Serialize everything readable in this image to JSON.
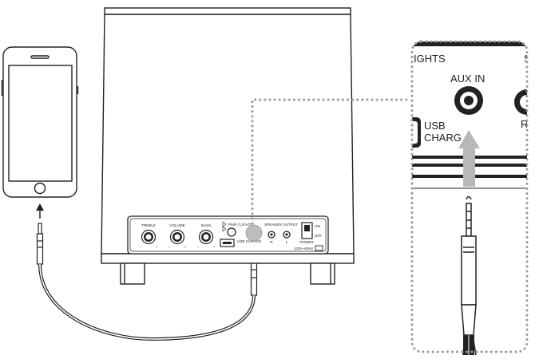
{
  "colors": {
    "line": "#222222",
    "dots": "#9a9a9a",
    "knob": "#222222",
    "aux_highlight": "#bdbdbd",
    "arrow": "#b8b8b8"
  },
  "speaker_panel": {
    "treble": "TREBLE",
    "volume": "VOLUME",
    "bass": "BASS",
    "pair_lights": "PAIR / LIGHTS",
    "speaker_output": "SPEAKER OUTPUT",
    "r": "R",
    "l": "L",
    "usb": "USB CHARGE",
    "on": "ON",
    "off": "OFF",
    "power": "POWER",
    "voltage": "120V~60Hz"
  },
  "zoom_panel": {
    "lights": "IGHTS",
    "aux_in": "AUX IN",
    "usb_line1": "USB",
    "usb_line2": "CHARG",
    "right_char": "R"
  },
  "icons": [
    "phone-icon",
    "bluetooth-icon",
    "arrow-up-icon"
  ]
}
